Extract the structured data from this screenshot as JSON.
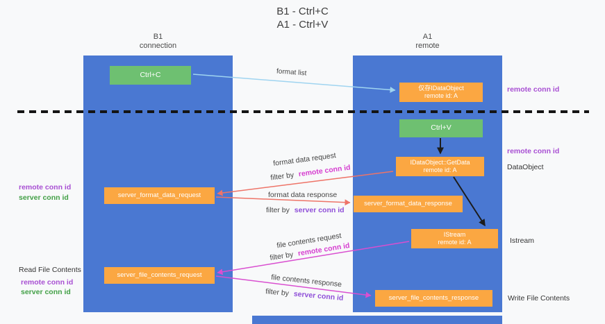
{
  "title": {
    "line1": "B1 - Ctrl+C",
    "line2": "A1 - Ctrl+V"
  },
  "lanes": {
    "left": {
      "title": "B1",
      "subtitle": "connection"
    },
    "right": {
      "title": "A1",
      "subtitle": "remote"
    }
  },
  "nodes": {
    "ctrl_c": {
      "label": "Ctrl+C"
    },
    "cached_dataobject": {
      "line1": "仅存IDataObject",
      "line2": "remote id: A"
    },
    "ctrl_v": {
      "label": "Ctrl+V"
    },
    "getdata": {
      "line1": "IDataObject::GetData",
      "line2": "remote id: A"
    },
    "format_request": {
      "label": "server_format_data_request"
    },
    "format_response": {
      "label": "server_format_data_response"
    },
    "istream": {
      "line1": "IStream",
      "line2": "remote id: A"
    },
    "file_request": {
      "label": "server_file_contents_request"
    },
    "file_response": {
      "label": "server_file_contents_response"
    }
  },
  "arrows": {
    "format_list": {
      "label": "format list"
    },
    "format_request": {
      "label": "format data request",
      "filter_prefix": "filter by",
      "filter_value": "remote conn id"
    },
    "format_response": {
      "label": "format data response",
      "filter_prefix": "filter by",
      "filter_value": "server conn id"
    },
    "file_request": {
      "label": "file contents request",
      "filter_prefix": "filter by",
      "filter_value": "remote conn id"
    },
    "file_response": {
      "label": "file contents response",
      "filter_prefix": "filter by",
      "filter_value": "server conn id"
    }
  },
  "annotations": {
    "remote_conn_id_right_top": "remote conn id",
    "remote_conn_id_right_mid": "remote conn id",
    "dataobject": "DataObject",
    "istream": "Istream",
    "write_file_contents": "Write File Contents",
    "read_file_contents": "Read File Contents",
    "remote_conn_id_left_1": "remote conn id",
    "server_conn_id_left_1": "server conn id",
    "remote_conn_id_left_2": "remote conn id",
    "server_conn_id_left_2": "server conn id"
  },
  "colors": {
    "lane_blue": "#4a78d2",
    "node_orange": "#fba742",
    "node_green": "#6ec071",
    "arrow_light_blue": "#9fd4f0",
    "arrow_red": "#ee7468",
    "arrow_magenta": "#d94fd0",
    "arrow_black": "#1c1c1c",
    "separator_black": "#141414",
    "text_purple": "#a84fd3",
    "text_green": "#43a047",
    "text_magenta": "#d63fd0"
  }
}
